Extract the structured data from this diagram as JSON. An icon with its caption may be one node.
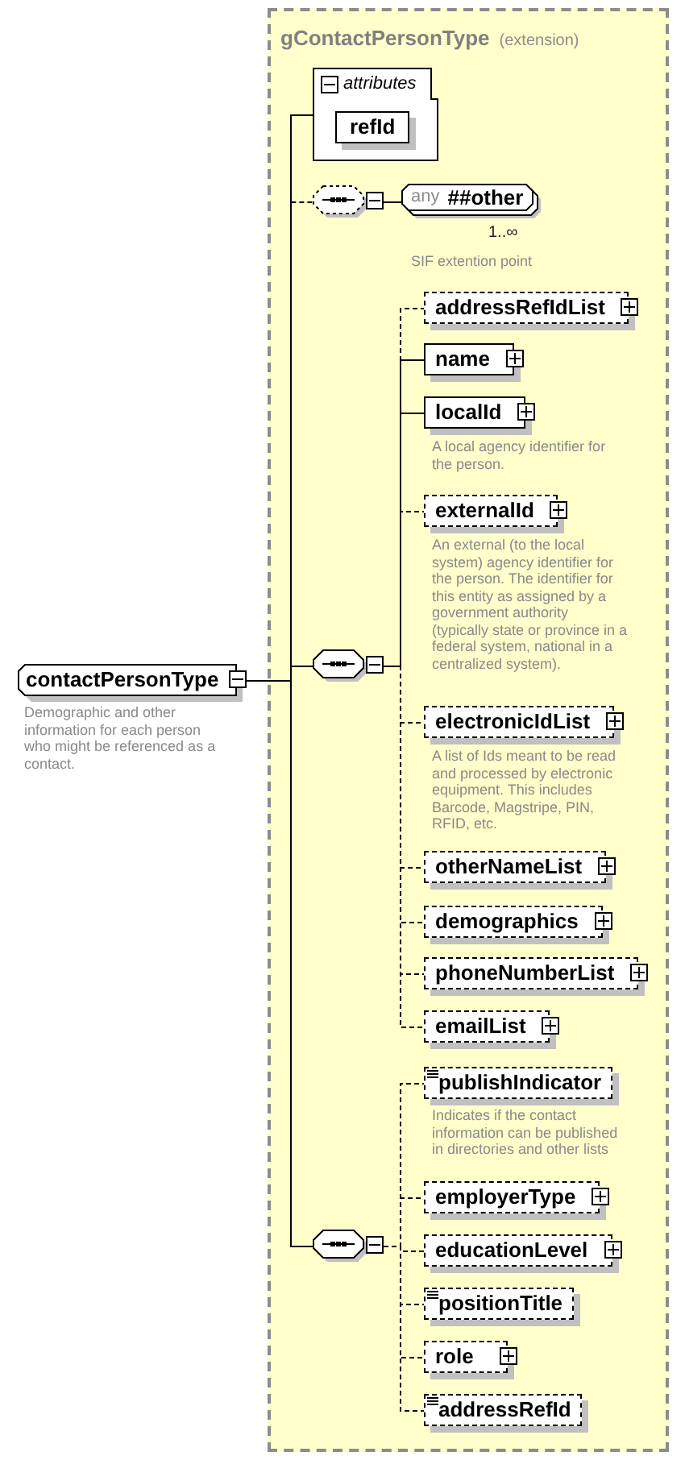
{
  "diagram": {
    "nodes": [
      {
        "text": [
          "contactPersonType"
        ],
        "beside": [
          "Demographic and other information for each person who might be referenced as a contact."
        ]
      },
      {
        "text": [
          "gContactPersonType",
          "(extension)"
        ]
      },
      {
        "text": [
          "attributes"
        ],
        "in": 1
      },
      {
        "text": [
          "refId"
        ],
        "in": 2
      },
      {
        "text": [],
        "shape": "octagon",
        "in": 1
      },
      {
        "text": [
          "any",
          "##other"
        ],
        "in": 1,
        "beside": [
          "1..∞",
          "SIF extention point"
        ]
      },
      {
        "text": [],
        "shape": "octagon",
        "in": 1
      },
      {
        "text": [
          "addressRefIdList"
        ],
        "in": 1
      },
      {
        "text": [
          "name"
        ],
        "in": 1
      },
      {
        "text": [
          "localId"
        ],
        "in": 1,
        "beside": [
          "A local agency identifier for the person."
        ]
      },
      {
        "text": [
          "externalId"
        ],
        "in": 1,
        "beside": [
          "An external (to the local system) agency identifier for the person. The identifier for this entity as assigned by a government authority (typically state or province in a federal system, national in a centralized system)."
        ]
      },
      {
        "text": [
          "electronicIdList"
        ],
        "in": 1,
        "beside": [
          "A list of Ids meant to be read and processed by electronic equipment. This includes Barcode, Magstripe, PIN, RFID, etc."
        ]
      },
      {
        "text": [
          "otherNameList"
        ],
        "in": 1
      },
      {
        "text": [
          "demographics"
        ],
        "in": 1
      },
      {
        "text": [
          "phoneNumberList"
        ],
        "in": 1
      },
      {
        "text": [
          "emailList"
        ],
        "in": 1
      },
      {
        "text": [],
        "shape": "octagon",
        "in": 1
      },
      {
        "text": [
          "publishIndicator"
        ],
        "in": 1,
        "beside": [
          "Indicates if the contact information can be published in directories and other lists"
        ]
      },
      {
        "text": [
          "employerType"
        ],
        "in": 1
      },
      {
        "text": [
          "educationLevel"
        ],
        "in": 1
      },
      {
        "text": [
          "positionTitle"
        ],
        "in": 1
      },
      {
        "text": [
          "role"
        ],
        "in": 1
      },
      {
        "text": [
          "addressRefId"
        ],
        "in": 1
      }
    ],
    "edges": [
      {
        "from": 0,
        "to": 2,
        "arrow": "none"
      },
      {
        "from": 0,
        "to": 4,
        "arrow": "none",
        "style": "dashed"
      },
      {
        "from": 0,
        "to": 6,
        "arrow": "none"
      },
      {
        "from": 0,
        "to": 16,
        "arrow": "none"
      },
      {
        "from": 4,
        "to": 5,
        "arrow": "none"
      },
      {
        "from": 6,
        "to": 7,
        "arrow": "none",
        "style": "dashed"
      },
      {
        "from": 6,
        "to": 8,
        "arrow": "none"
      },
      {
        "from": 6,
        "to": 9,
        "arrow": "none"
      },
      {
        "from": 6,
        "to": 10,
        "arrow": "none",
        "style": "dashed"
      },
      {
        "from": 6,
        "to": 11,
        "arrow": "none",
        "style": "dashed"
      },
      {
        "from": 6,
        "to": 12,
        "arrow": "none",
        "style": "dashed"
      },
      {
        "from": 6,
        "to": 13,
        "arrow": "none",
        "style": "dashed"
      },
      {
        "from": 6,
        "to": 14,
        "arrow": "none",
        "style": "dashed"
      },
      {
        "from": 6,
        "to": 15,
        "arrow": "none",
        "style": "dashed"
      },
      {
        "from": 16,
        "to": 17,
        "arrow": "none",
        "style": "dashed"
      },
      {
        "from": 16,
        "to": 18,
        "arrow": "none",
        "style": "dashed"
      },
      {
        "from": 16,
        "to": 19,
        "arrow": "none",
        "style": "dashed"
      },
      {
        "from": 16,
        "to": 20,
        "arrow": "none",
        "style": "dashed"
      },
      {
        "from": 16,
        "to": 21,
        "arrow": "none",
        "style": "dashed"
      },
      {
        "from": 16,
        "to": 22,
        "arrow": "none",
        "style": "dashed"
      }
    ]
  }
}
